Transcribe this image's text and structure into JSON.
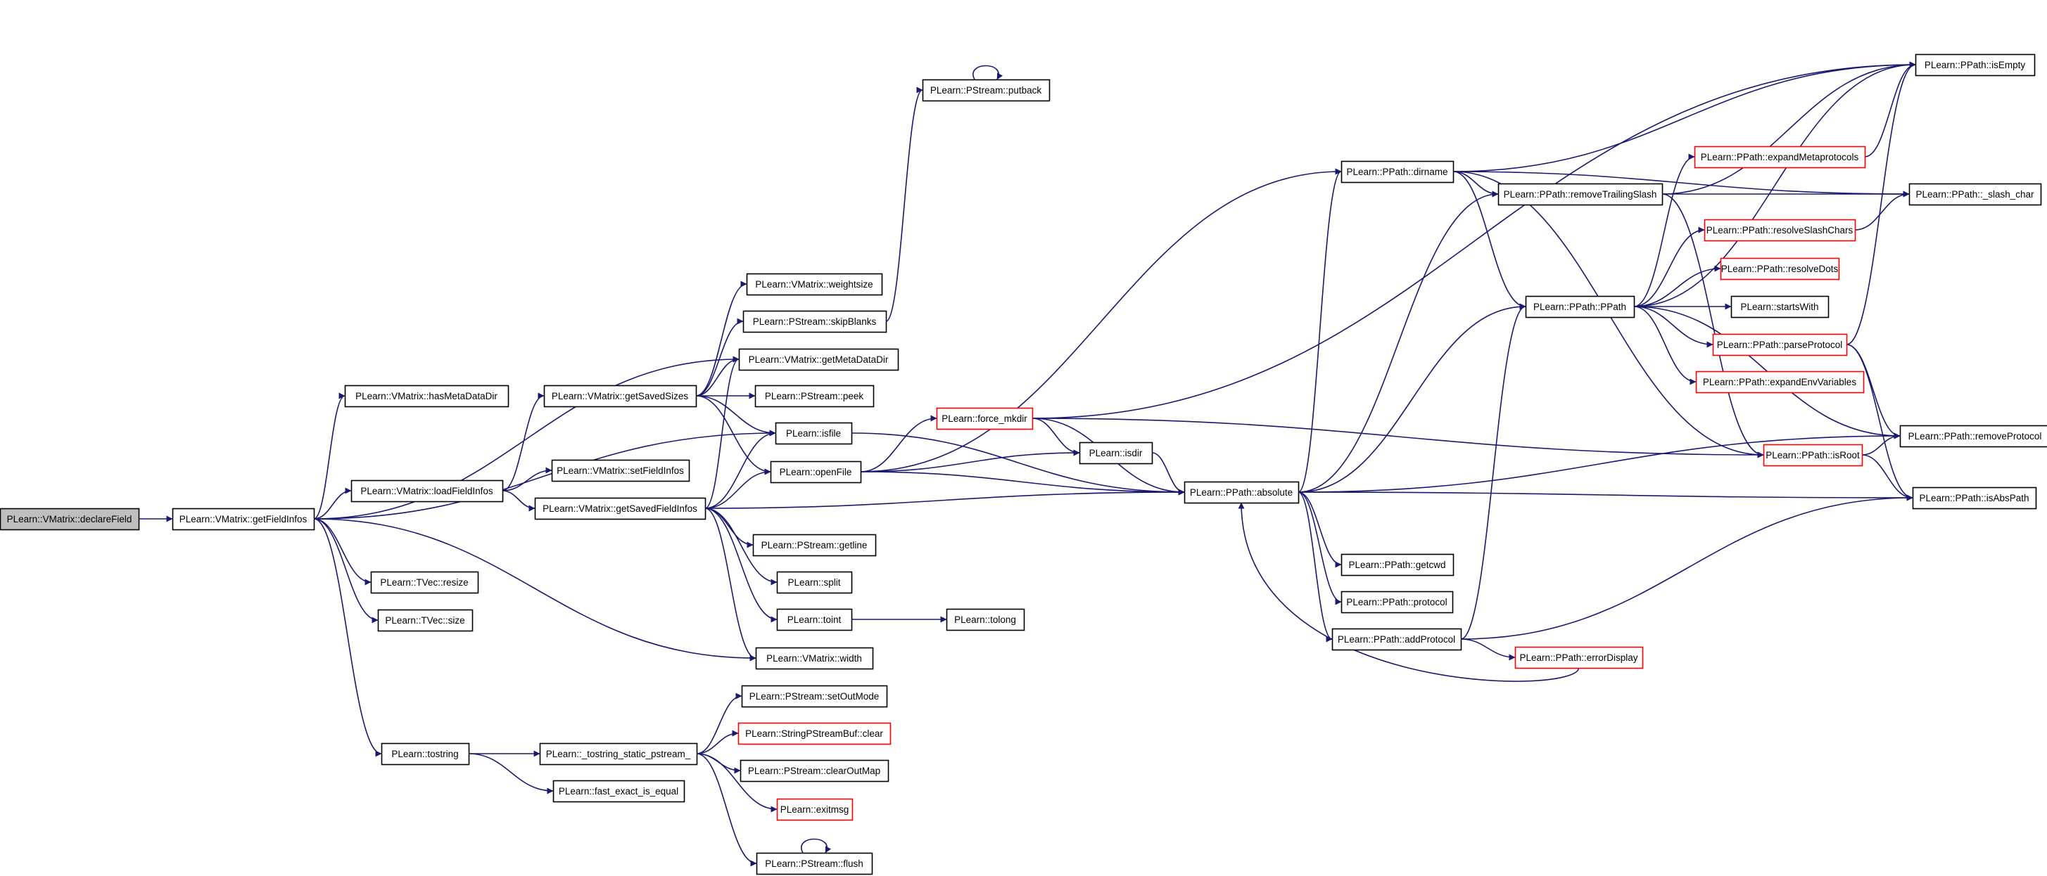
{
  "colors": {
    "edge": "#191970",
    "node_border": "#000000",
    "node_border_incomplete": "#ff0000",
    "focus_fill": "#bfbfbf",
    "node_fill": "#ffffff"
  },
  "nodes": {
    "declareField": {
      "label": "PLearn::VMatrix::declareField",
      "style": "focus"
    },
    "getFieldInfos": {
      "label": "PLearn::VMatrix::getFieldInfos",
      "style": "normal"
    },
    "hasMetaDataDir": {
      "label": "PLearn::VMatrix::hasMetaDataDir",
      "style": "normal"
    },
    "loadFieldInfos": {
      "label": "PLearn::VMatrix::loadFieldInfos",
      "style": "normal"
    },
    "tvecResize": {
      "label": "PLearn::TVec::resize",
      "style": "normal"
    },
    "tvecSize": {
      "label": "PLearn::TVec::size",
      "style": "normal"
    },
    "tostring": {
      "label": "PLearn::tostring",
      "style": "normal"
    },
    "getSavedSizes": {
      "label": "PLearn::VMatrix::getSavedSizes",
      "style": "normal"
    },
    "setFieldInfos": {
      "label": "PLearn::VMatrix::setFieldInfos",
      "style": "normal"
    },
    "getSavedFieldInfos": {
      "label": "PLearn::VMatrix::getSavedFieldInfos",
      "style": "normal"
    },
    "tostringStatic": {
      "label": "PLearn::_tostring_static_pstream_",
      "style": "normal"
    },
    "fastExact": {
      "label": "PLearn::fast_exact_is_equal",
      "style": "normal"
    },
    "putback": {
      "label": "PLearn::PStream::putback",
      "style": "normal"
    },
    "weightsize": {
      "label": "PLearn::VMatrix::weightsize",
      "style": "normal"
    },
    "skipBlanks": {
      "label": "PLearn::PStream::skipBlanks",
      "style": "normal"
    },
    "getMetaDataDir": {
      "label": "PLearn::VMatrix::getMetaDataDir",
      "style": "normal"
    },
    "peek": {
      "label": "PLearn::PStream::peek",
      "style": "normal"
    },
    "isfile": {
      "label": "PLearn::isfile",
      "style": "normal"
    },
    "openFile": {
      "label": "PLearn::openFile",
      "style": "normal"
    },
    "getline": {
      "label": "PLearn::PStream::getline",
      "style": "normal"
    },
    "split": {
      "label": "PLearn::split",
      "style": "normal"
    },
    "toint": {
      "label": "PLearn::toint",
      "style": "normal"
    },
    "tolong": {
      "label": "PLearn::tolong",
      "style": "normal"
    },
    "vmWidth": {
      "label": "PLearn::VMatrix::width",
      "style": "normal"
    },
    "setOutMode": {
      "label": "PLearn::PStream::setOutMode",
      "style": "normal"
    },
    "sbufClear": {
      "label": "PLearn::StringPStreamBuf::clear",
      "style": "incomplete"
    },
    "clearOutMap": {
      "label": "PLearn::PStream::clearOutMap",
      "style": "normal"
    },
    "exitmsg": {
      "label": "PLearn::exitmsg",
      "style": "incomplete"
    },
    "flush": {
      "label": "PLearn::PStream::flush",
      "style": "normal"
    },
    "forceMkdir": {
      "label": "PLearn::force_mkdir",
      "style": "incomplete"
    },
    "isdir": {
      "label": "PLearn::isdir",
      "style": "normal"
    },
    "absolute": {
      "label": "PLearn::PPath::absolute",
      "style": "normal"
    },
    "dirname": {
      "label": "PLearn::PPath::dirname",
      "style": "normal"
    },
    "removeTrailingSlash": {
      "label": "PLearn::PPath::removeTrailingSlash",
      "style": "normal"
    },
    "ppath": {
      "label": "PLearn::PPath::PPath",
      "style": "normal"
    },
    "getcwd": {
      "label": "PLearn::PPath::getcwd",
      "style": "normal"
    },
    "protocol": {
      "label": "PLearn::PPath::protocol",
      "style": "normal"
    },
    "addProtocol": {
      "label": "PLearn::PPath::addProtocol",
      "style": "normal"
    },
    "errorDisplay": {
      "label": "PLearn::PPath::errorDisplay",
      "style": "incomplete"
    },
    "expandMeta": {
      "label": "PLearn::PPath::expandMetaprotocols",
      "style": "incomplete"
    },
    "resolveSlash": {
      "label": "PLearn::PPath::resolveSlashChars",
      "style": "incomplete"
    },
    "resolveDots": {
      "label": "PLearn::PPath::resolveDots",
      "style": "incomplete"
    },
    "startsWith": {
      "label": "PLearn::startsWith",
      "style": "normal"
    },
    "parseProtocol": {
      "label": "PLearn::PPath::parseProtocol",
      "style": "incomplete"
    },
    "expandEnv": {
      "label": "PLearn::PPath::expandEnvVariables",
      "style": "incomplete"
    },
    "isRoot": {
      "label": "PLearn::PPath::isRoot",
      "style": "incomplete"
    },
    "isEmpty": {
      "label": "PLearn::PPath::isEmpty",
      "style": "normal"
    },
    "slashChar": {
      "label": "PLearn::PPath::_slash_char",
      "style": "normal"
    },
    "removeProtocol": {
      "label": "PLearn::PPath::removeProtocol",
      "style": "normal"
    },
    "isAbsPath": {
      "label": "PLearn::PPath::isAbsPath",
      "style": "normal"
    }
  },
  "edges": [
    [
      "declareField",
      "getFieldInfos"
    ],
    [
      "getFieldInfos",
      "hasMetaDataDir"
    ],
    [
      "getFieldInfos",
      "getMetaDataDir"
    ],
    [
      "getFieldInfos",
      "isfile"
    ],
    [
      "getFieldInfos",
      "loadFieldInfos"
    ],
    [
      "getFieldInfos",
      "tvecResize"
    ],
    [
      "getFieldInfos",
      "tvecSize"
    ],
    [
      "getFieldInfos",
      "vmWidth"
    ],
    [
      "getFieldInfos",
      "tostring"
    ],
    [
      "loadFieldInfos",
      "getSavedSizes"
    ],
    [
      "loadFieldInfos",
      "setFieldInfos"
    ],
    [
      "loadFieldInfos",
      "getSavedFieldInfos"
    ],
    [
      "getSavedSizes",
      "weightsize"
    ],
    [
      "getSavedSizes",
      "skipBlanks"
    ],
    [
      "getSavedSizes",
      "getMetaDataDir"
    ],
    [
      "getSavedSizes",
      "peek"
    ],
    [
      "getSavedSizes",
      "isfile"
    ],
    [
      "getSavedSizes",
      "openFile"
    ],
    [
      "getSavedFieldInfos",
      "getMetaDataDir"
    ],
    [
      "getSavedFieldInfos",
      "isfile"
    ],
    [
      "getSavedFieldInfos",
      "openFile"
    ],
    [
      "getSavedFieldInfos",
      "absolute"
    ],
    [
      "getSavedFieldInfos",
      "getline"
    ],
    [
      "getSavedFieldInfos",
      "split"
    ],
    [
      "getSavedFieldInfos",
      "toint"
    ],
    [
      "getSavedFieldInfos",
      "vmWidth"
    ],
    [
      "skipBlanks",
      "putback"
    ],
    [
      "putback",
      "putback"
    ],
    [
      "isfile",
      "absolute"
    ],
    [
      "openFile",
      "forceMkdir"
    ],
    [
      "openFile",
      "isdir"
    ],
    [
      "openFile",
      "absolute"
    ],
    [
      "openFile",
      "dirname"
    ],
    [
      "toint",
      "tolong"
    ],
    [
      "tostring",
      "tostringStatic"
    ],
    [
      "tostring",
      "fastExact"
    ],
    [
      "tostringStatic",
      "setOutMode"
    ],
    [
      "tostringStatic",
      "sbufClear"
    ],
    [
      "tostringStatic",
      "clearOutMap"
    ],
    [
      "tostringStatic",
      "exitmsg"
    ],
    [
      "tostringStatic",
      "flush"
    ],
    [
      "flush",
      "flush"
    ],
    [
      "forceMkdir",
      "isdir"
    ],
    [
      "forceMkdir",
      "absolute"
    ],
    [
      "forceMkdir",
      "isEmpty"
    ],
    [
      "forceMkdir",
      "isRoot"
    ],
    [
      "isdir",
      "absolute"
    ],
    [
      "absolute",
      "dirname"
    ],
    [
      "absolute",
      "removeTrailingSlash"
    ],
    [
      "absolute",
      "ppath"
    ],
    [
      "absolute",
      "getcwd"
    ],
    [
      "absolute",
      "protocol"
    ],
    [
      "absolute",
      "addProtocol"
    ],
    [
      "absolute",
      "removeProtocol"
    ],
    [
      "absolute",
      "isAbsPath"
    ],
    [
      "dirname",
      "isEmpty"
    ],
    [
      "dirname",
      "slashChar"
    ],
    [
      "dirname",
      "removeTrailingSlash"
    ],
    [
      "dirname",
      "ppath"
    ],
    [
      "dirname",
      "isRoot"
    ],
    [
      "removeTrailingSlash",
      "isEmpty"
    ],
    [
      "removeTrailingSlash",
      "slashChar"
    ],
    [
      "removeTrailingSlash",
      "isRoot"
    ],
    [
      "ppath",
      "expandMeta"
    ],
    [
      "ppath",
      "resolveSlash"
    ],
    [
      "ppath",
      "resolveDots"
    ],
    [
      "ppath",
      "startsWith"
    ],
    [
      "ppath",
      "parseProtocol"
    ],
    [
      "ppath",
      "expandEnv"
    ],
    [
      "ppath",
      "isEmpty"
    ],
    [
      "ppath",
      "removeProtocol"
    ],
    [
      "addProtocol",
      "ppath"
    ],
    [
      "addProtocol",
      "errorDisplay"
    ],
    [
      "addProtocol",
      "isAbsPath"
    ],
    [
      "errorDisplay",
      "absolute"
    ],
    [
      "expandMeta",
      "isEmpty"
    ],
    [
      "resolveSlash",
      "slashChar"
    ],
    [
      "parseProtocol",
      "isEmpty"
    ],
    [
      "parseProtocol",
      "removeProtocol"
    ],
    [
      "parseProtocol",
      "isAbsPath"
    ],
    [
      "isRoot",
      "removeProtocol"
    ],
    [
      "isRoot",
      "isAbsPath"
    ]
  ]
}
